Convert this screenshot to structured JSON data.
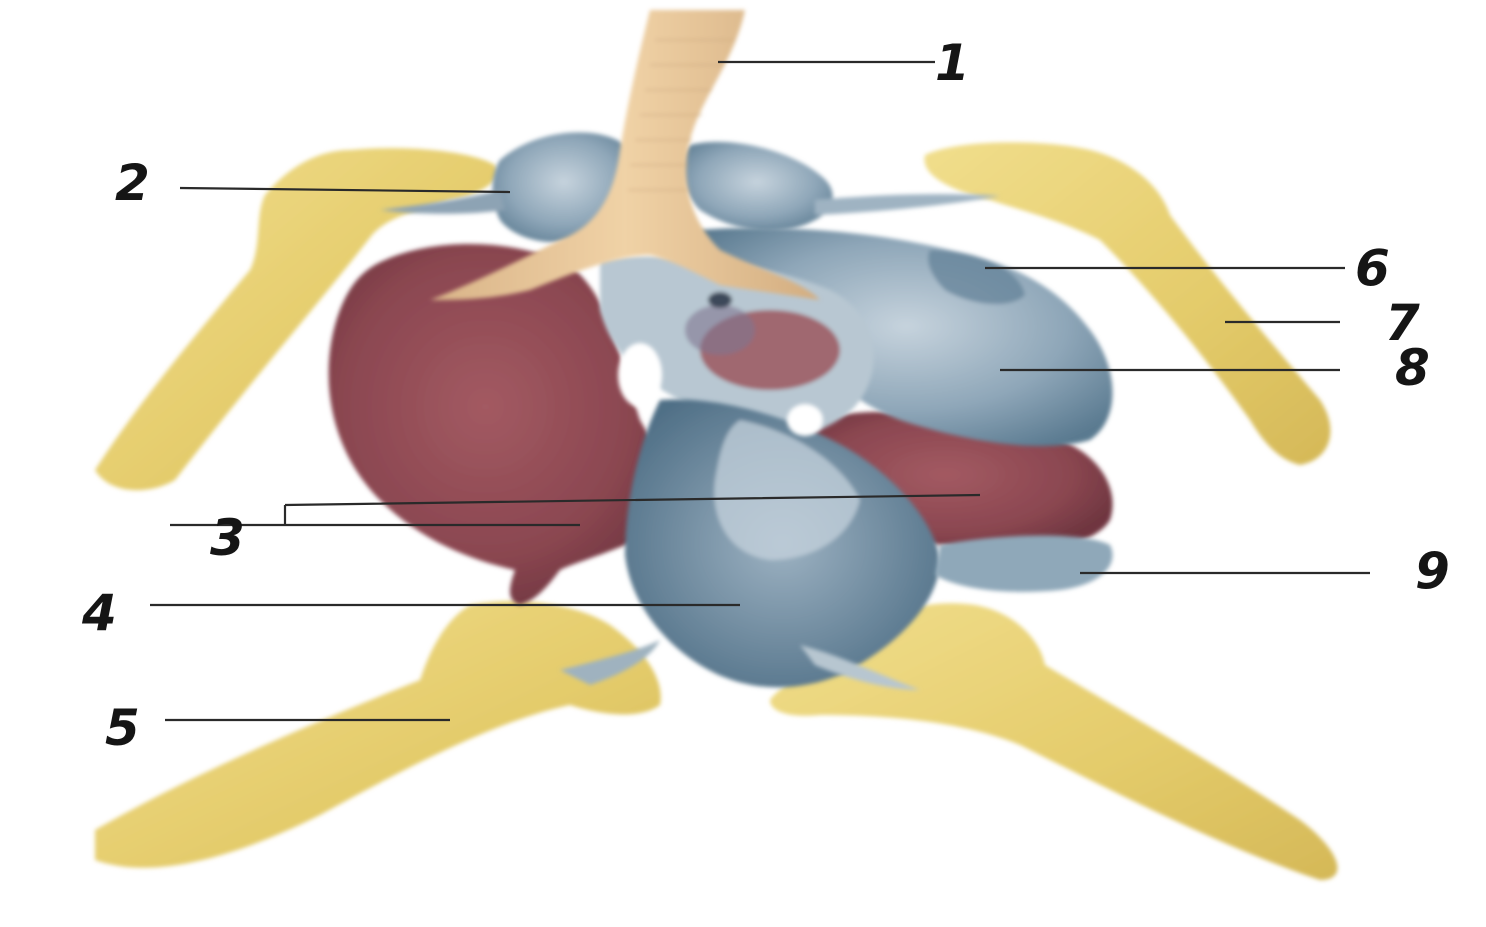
{
  "figure": {
    "labels": [
      {
        "id": "1",
        "text": "1"
      },
      {
        "id": "2",
        "text": "2"
      },
      {
        "id": "3",
        "text": "3"
      },
      {
        "id": "4",
        "text": "4"
      },
      {
        "id": "5",
        "text": "5"
      },
      {
        "id": "6",
        "text": "6"
      },
      {
        "id": "7",
        "text": "7"
      },
      {
        "id": "8",
        "text": "8"
      },
      {
        "id": "9",
        "text": "9"
      }
    ]
  },
  "colors": {
    "bone": "#e6cf6e",
    "bone_shadow": "#c9ad4a",
    "liver_red": "#8e4b54",
    "lung_blue": "#6f8fa3",
    "pale_blue": "#a9bccb",
    "trachea": "#e8c89a",
    "label_ink": "#151515",
    "background": "#ffffff"
  }
}
